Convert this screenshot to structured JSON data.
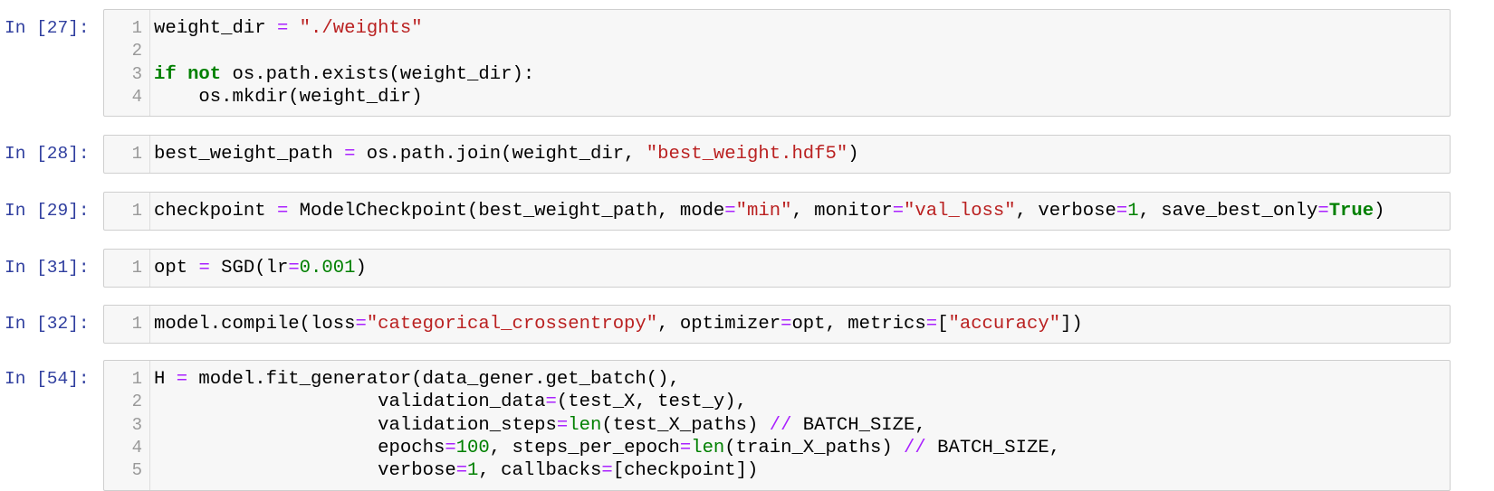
{
  "colors": {
    "prompt": "#303F9F",
    "keyword": "#008000",
    "operator": "#AA22FF",
    "string": "#BA2121",
    "number": "#008000",
    "cell_bg": "#f7f7f7",
    "cell_border": "#cfcfcf"
  },
  "cells": [
    {
      "prompt": "In [27]:",
      "lines": [
        [
          [
            "weight_dir ",
            "t"
          ],
          [
            "=",
            "o"
          ],
          [
            " ",
            "t"
          ],
          [
            "\"./weights\"",
            "s"
          ]
        ],
        [],
        [
          [
            "if",
            "k"
          ],
          [
            " ",
            "t"
          ],
          [
            "not",
            "k"
          ],
          [
            " os.path.exists(weight_dir):",
            "t"
          ]
        ],
        [
          [
            "    os.mkdir(weight_dir)",
            "t"
          ]
        ]
      ]
    },
    {
      "prompt": "In [28]:",
      "lines": [
        [
          [
            "best_weight_path ",
            "t"
          ],
          [
            "=",
            "o"
          ],
          [
            " os.path.join(weight_dir, ",
            "t"
          ],
          [
            "\"best_weight.hdf5\"",
            "s"
          ],
          [
            ")",
            "t"
          ]
        ]
      ]
    },
    {
      "prompt": "In [29]:",
      "lines": [
        [
          [
            "checkpoint ",
            "t"
          ],
          [
            "=",
            "o"
          ],
          [
            " ModelCheckpoint(best_weight_path, mode",
            "t"
          ],
          [
            "=",
            "o"
          ],
          [
            "\"min\"",
            "s"
          ],
          [
            ", monitor",
            "t"
          ],
          [
            "=",
            "o"
          ],
          [
            "\"val_loss\"",
            "s"
          ],
          [
            ", verbose",
            "t"
          ],
          [
            "=",
            "o"
          ],
          [
            "1",
            "n"
          ],
          [
            ", save_best_only",
            "t"
          ],
          [
            "=",
            "o"
          ],
          [
            "True",
            "k"
          ],
          [
            ")",
            "t"
          ]
        ]
      ]
    },
    {
      "prompt": "In [31]:",
      "lines": [
        [
          [
            "opt ",
            "t"
          ],
          [
            "=",
            "o"
          ],
          [
            " SGD(lr",
            "t"
          ],
          [
            "=",
            "o"
          ],
          [
            "0.001",
            "n"
          ],
          [
            ")",
            "t"
          ]
        ]
      ]
    },
    {
      "prompt": "In [32]:",
      "lines": [
        [
          [
            "model.compile(loss",
            "t"
          ],
          [
            "=",
            "o"
          ],
          [
            "\"categorical_crossentropy\"",
            "s"
          ],
          [
            ", optimizer",
            "t"
          ],
          [
            "=",
            "o"
          ],
          [
            "opt, metrics",
            "t"
          ],
          [
            "=",
            "o"
          ],
          [
            "[",
            "t"
          ],
          [
            "\"accuracy\"",
            "s"
          ],
          [
            "])",
            "t"
          ]
        ]
      ]
    },
    {
      "prompt": "In [54]:",
      "lines": [
        [
          [
            "H ",
            "t"
          ],
          [
            "=",
            "o"
          ],
          [
            " model.fit_generator(data_gener.get_batch(),",
            "t"
          ]
        ],
        [
          [
            "                    validation_data",
            "t"
          ],
          [
            "=",
            "o"
          ],
          [
            "(test_X, test_y),",
            "t"
          ]
        ],
        [
          [
            "                    validation_steps",
            "t"
          ],
          [
            "=",
            "o"
          ],
          [
            "len",
            "b"
          ],
          [
            "(test_X_paths) ",
            "t"
          ],
          [
            "//",
            "o"
          ],
          [
            " BATCH_SIZE,",
            "t"
          ]
        ],
        [
          [
            "                    epochs",
            "t"
          ],
          [
            "=",
            "o"
          ],
          [
            "100",
            "n"
          ],
          [
            ", steps_per_epoch",
            "t"
          ],
          [
            "=",
            "o"
          ],
          [
            "len",
            "b"
          ],
          [
            "(train_X_paths) ",
            "t"
          ],
          [
            "//",
            "o"
          ],
          [
            " BATCH_SIZE,",
            "t"
          ]
        ],
        [
          [
            "                    verbose",
            "t"
          ],
          [
            "=",
            "o"
          ],
          [
            "1",
            "n"
          ],
          [
            ", callbacks",
            "t"
          ],
          [
            "=",
            "o"
          ],
          [
            "[checkpoint])",
            "t"
          ]
        ]
      ]
    }
  ]
}
